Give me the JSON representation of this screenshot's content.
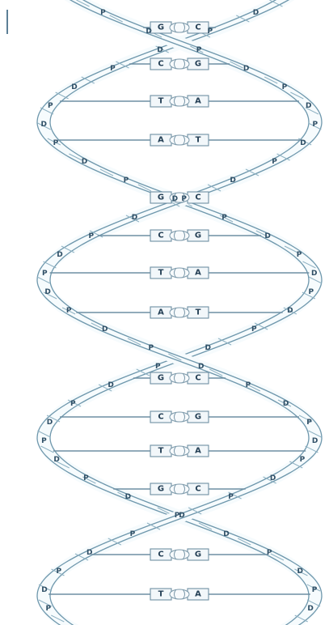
{
  "sugar_label": "D",
  "phosphate_label": "P",
  "colors": {
    "strand": "#6e97ac",
    "rung": "#6e8fa3",
    "label": "#2f4f66"
  },
  "base_pairs": [
    {
      "left": "G",
      "right": "C"
    },
    {
      "left": "C",
      "right": "G"
    },
    {
      "left": "T",
      "right": "A"
    },
    {
      "left": "A",
      "right": "T"
    },
    {
      "left": "G",
      "right": "C"
    },
    {
      "left": "C",
      "right": "G"
    },
    {
      "left": "T",
      "right": "A"
    },
    {
      "left": "A",
      "right": "T"
    },
    {
      "left": "G",
      "right": "C"
    },
    {
      "left": "C",
      "right": "G"
    },
    {
      "left": "T",
      "right": "A"
    },
    {
      "left": "G",
      "right": "C"
    },
    {
      "left": "C",
      "right": "G"
    },
    {
      "left": "T",
      "right": "A"
    }
  ]
}
